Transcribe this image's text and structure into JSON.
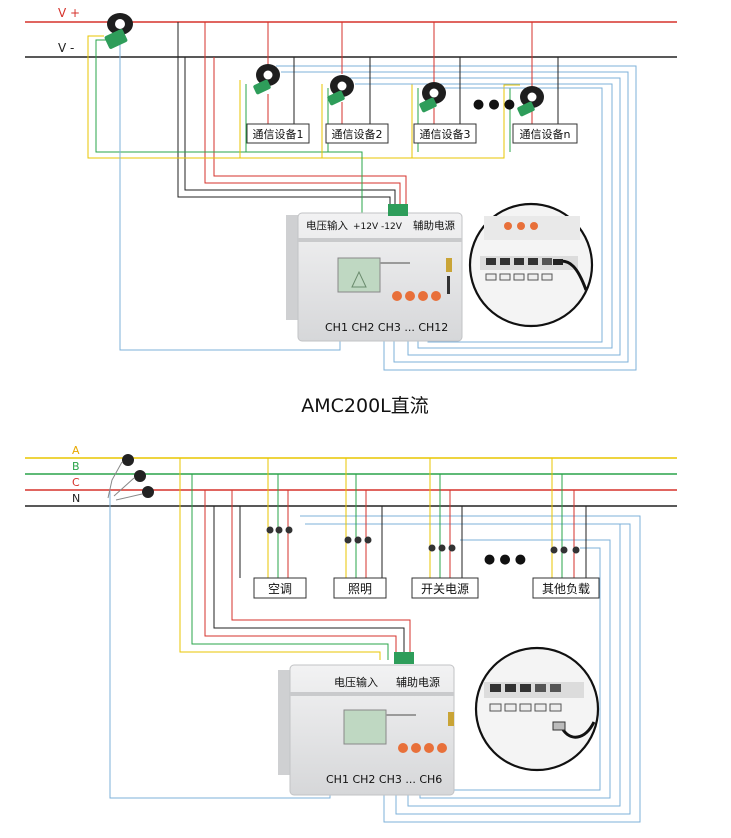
{
  "dc_section": {
    "rails": {
      "pos_label": "V +",
      "neg_label": "V -"
    },
    "devices": [
      "通信设备1",
      "通信设备2",
      "通信设备3",
      "通信设备n"
    ],
    "ellipsis": "● ● ●",
    "meter": {
      "voltage_input": "电压输入",
      "voltage_terms": "+12V -12V",
      "aux_power": "辅助电源",
      "channels": "CH1 CH2 CH3 ... CH12"
    }
  },
  "section_title": "AMC200L直流",
  "ac_section": {
    "phases": [
      {
        "label": "A",
        "color": "#e8c600"
      },
      {
        "label": "B",
        "color": "#2aa44a"
      },
      {
        "label": "C",
        "color": "#d6322b"
      },
      {
        "label": "N",
        "color": "#222222"
      }
    ],
    "loads": [
      "空调",
      "照明",
      "开关电源",
      "其他负载"
    ],
    "ellipsis": "● ● ●",
    "meter": {
      "voltage_input": "电压输入",
      "aux_power": "辅助电源",
      "channels": "CH1 CH2 CH3 ... CH6"
    }
  },
  "colors": {
    "red": "#d6322b",
    "black": "#222222",
    "yellow": "#e8c600",
    "green": "#2aa44a",
    "blue": "#7eb1da",
    "teal": "#6fa4c4",
    "meter_body": "#e4e5e6",
    "button_orange": "#e8703a"
  }
}
